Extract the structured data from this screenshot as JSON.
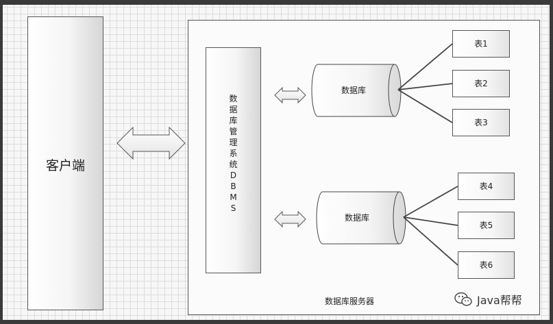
{
  "client": {
    "label": "客户端"
  },
  "server": {
    "label": "数据库服务器"
  },
  "dbms": {
    "label": "数据库管理系统DBMS"
  },
  "databases": [
    {
      "label": "数据库",
      "tables": [
        "表1",
        "表2",
        "表3"
      ]
    },
    {
      "label": "数据库",
      "tables": [
        "表4",
        "表5",
        "表6"
      ]
    }
  ],
  "watermark": {
    "text": "Java帮帮",
    "icon": "wechat-icon"
  }
}
